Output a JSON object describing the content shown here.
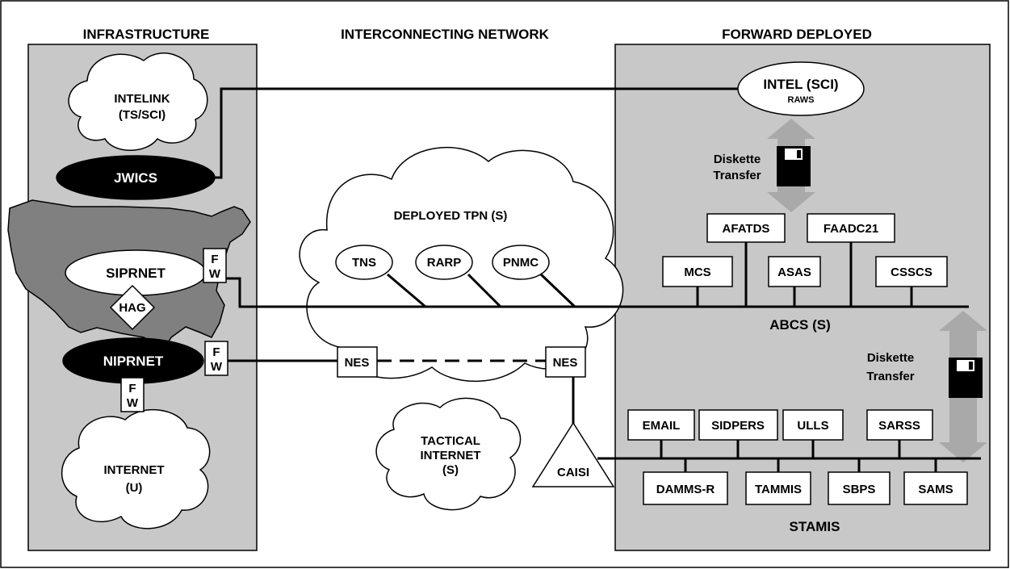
{
  "sections": {
    "infrastructure": "INFRASTRUCTURE",
    "interconnecting": "INTERCONNECTING NETWORK",
    "forward": "FORWARD DEPLOYED"
  },
  "infrastructure": {
    "intelink": [
      "INTELINK",
      "(TS/SCI)"
    ],
    "jwics": "JWICS",
    "siprnet": "SIPRNET",
    "hag": "HAG",
    "niprnet": "NIPRNET",
    "internet": [
      "INTERNET",
      "(U)"
    ],
    "firewall": [
      "F",
      "W"
    ]
  },
  "network": {
    "tpn_label": "DEPLOYED TPN (S)",
    "tpn_nodes": [
      "TNS",
      "RARP",
      "PNMC"
    ],
    "nes": "NES",
    "tactical_internet": [
      "TACTICAL",
      "INTERNET",
      "(S)"
    ],
    "caisi": "CAISI"
  },
  "forward": {
    "intel": [
      "INTEL (SCI)",
      "RAWS"
    ],
    "diskette_transfer": [
      "Diskette",
      "Transfer"
    ],
    "abcs_top": [
      "AFATDS",
      "FAADC21"
    ],
    "abcs_bottom": [
      "MCS",
      "ASAS",
      "CSSCS"
    ],
    "abcs_label": "ABCS (S)",
    "stamis_top": [
      "EMAIL",
      "SIDPERS",
      "ULLS",
      "SARSS"
    ],
    "stamis_bottom": [
      "DAMMS-R",
      "TAMMIS",
      "SBPS",
      "SAMS"
    ],
    "stamis_label": "STAMIS"
  },
  "colors": {
    "panel": "#c8c8c8",
    "map": "#808080",
    "arrow": "#a9a9a9",
    "dark_node": "#000000"
  }
}
